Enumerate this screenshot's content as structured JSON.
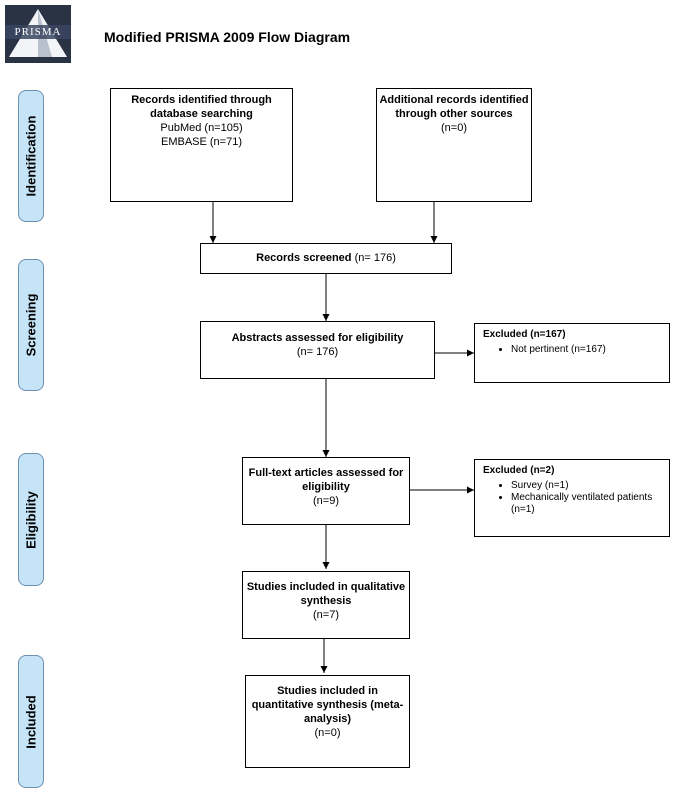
{
  "title": "Modified PRISMA 2009 Flow Diagram",
  "logo_text": "PRISMA",
  "phases": [
    "Identification",
    "Screening",
    "Eligibility",
    "Included"
  ],
  "boxes": {
    "db_search": {
      "heading": "Records identified through database searching",
      "lines": [
        "PubMed (n=105)",
        "EMBASE (n=71)"
      ]
    },
    "other_sources": {
      "heading": "Additional records identified through other sources",
      "lines": [
        "(n=0)"
      ]
    },
    "screened": {
      "heading": "Records screened",
      "count": "(n= 176)"
    },
    "abstracts": {
      "heading": "Abstracts assessed for eligibility",
      "count": "(n= 176)"
    },
    "excluded_abstracts": {
      "heading": "Excluded (n=167)",
      "items": [
        "Not pertinent (n=167)"
      ]
    },
    "fulltext": {
      "heading": "Full-text articles assessed for eligibility",
      "count": "(n=9)"
    },
    "excluded_fulltext": {
      "heading": "Excluded (n=2)",
      "items": [
        "Survey (n=1)",
        "Mechanically ventilated patients (n=1)"
      ]
    },
    "qualitative": {
      "heading": "Studies included in qualitative synthesis",
      "count": "(n=7)"
    },
    "quantitative": {
      "heading": "Studies included in quantitative synthesis (meta-analysis)",
      "count": "(n=0)"
    }
  },
  "colors": {
    "phase_fill": "#c6e4f7",
    "phase_border": "#6d8fb0",
    "logo_bg": "#2a3344"
  }
}
